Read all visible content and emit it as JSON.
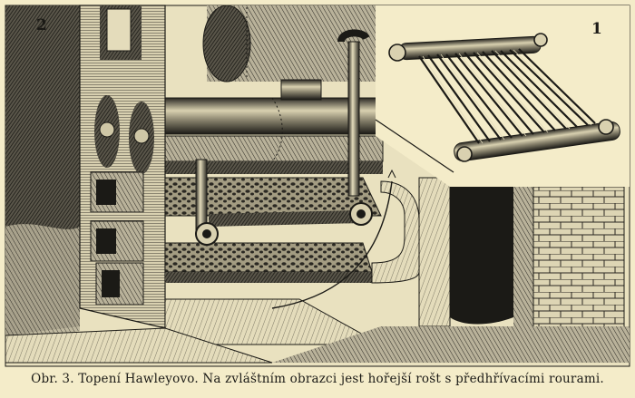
{
  "figure": {
    "label_main": "2",
    "label_inset": "1",
    "caption": "Obr. 3. Topení Hawleyovo. Na zvláštním obrazci jest hořejší rošt s předhřívacími rourami."
  },
  "colors": {
    "paper": "#f4ecc9",
    "ink": "#1b1a16"
  }
}
